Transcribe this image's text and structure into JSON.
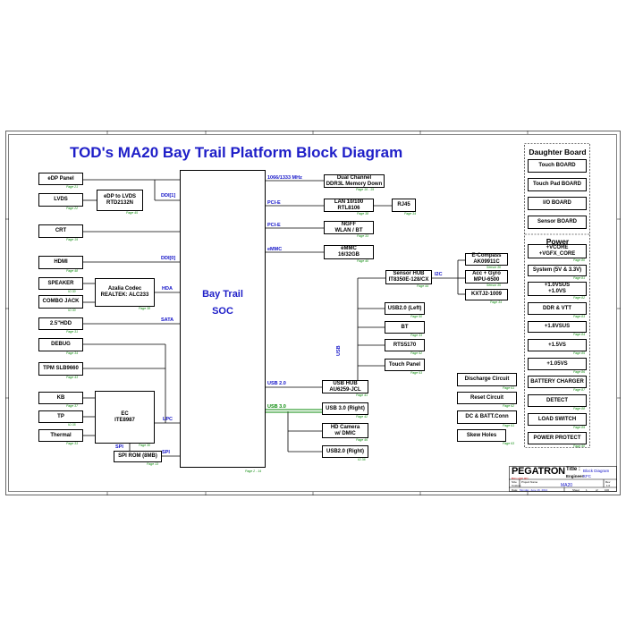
{
  "title": "TOD's MA20 Bay Trail Platform Block Diagram",
  "soc": {
    "line1": "Bay Trail",
    "line2": "SOC",
    "page": "Page 2 - 14"
  },
  "left_blocks": {
    "edp_panel": {
      "label": "eDP Panel",
      "page": "Page 21"
    },
    "lvds": {
      "label": "LVDS",
      "page": "Page 22"
    },
    "edp_to_lvds": {
      "line1": "eDP to LVDS",
      "line2": "RTD2132N",
      "page": "Page 45"
    },
    "crt": {
      "label": "CRT",
      "page": "Page 19"
    },
    "hdmi": {
      "label": "HDMI",
      "page": "Page 48"
    },
    "speaker": {
      "label": "SPEAKER",
      "page": "IO 30"
    },
    "combo_jack": {
      "label": "COMBO JACK",
      "page": "IO 30"
    },
    "codec": {
      "line1": "Azalia Codec",
      "line2": "REALTEK: ALC233",
      "page": "Page 38"
    },
    "hdd": {
      "label": "2.5\"HDD",
      "page": "Page 31"
    },
    "debug": {
      "label": "DEBUG",
      "page": "Page 34"
    },
    "tpm": {
      "label": "TPM SLB9660",
      "page": "Page 43"
    },
    "kb": {
      "label": "KB",
      "page": "Page 37"
    },
    "tp": {
      "label": "TP",
      "page": "IO 35"
    },
    "thermal": {
      "label": "Thermal",
      "page": "Page 33"
    },
    "ec": {
      "line1": "EC",
      "line2": "ITE8987",
      "page": "Page 30"
    },
    "spi_rom": {
      "label": "SPI ROM (8MB)",
      "page": "Page 13"
    }
  },
  "right_blocks": {
    "ddr": {
      "line1": "Dual Channel",
      "line2": "DDR3L Memory Down",
      "page": "Page 16 - 19"
    },
    "lan": {
      "line1": "LAN 10/100",
      "line2": "RTL8106",
      "page": "Page 38"
    },
    "rj45": {
      "label": "RJ45",
      "page": "Page 34"
    },
    "ngff": {
      "line1": "NGFF",
      "line2": "WLAN / BT",
      "page": "Page 33"
    },
    "emmc": {
      "line1": "eMMC",
      "line2": "16/32GB",
      "page": "Page 40"
    },
    "sensor_hub": {
      "line1": "Sensor HUB",
      "line2": "IT8350E-128/CX",
      "page": "Page 44"
    },
    "ecompass": {
      "line1": "E-Compass",
      "line2": "AK09911C",
      "page": "Sensor 36"
    },
    "accgyro": {
      "line1": "Acc + Gyro",
      "line2": "MPU-6500",
      "page": "Sensor 35"
    },
    "kxtj": {
      "label": "KXTJ2-1009",
      "page": "Page 34"
    },
    "usb_left": {
      "label": "USB2.0 (Left)",
      "page": "Page 50"
    },
    "bt": {
      "label": "BT",
      "page": "Page 33"
    },
    "rts": {
      "label": "RTS5170",
      "page": "Page 52"
    },
    "touch_panel": {
      "label": "Touch Panel",
      "page": "Page 53"
    },
    "usb_hub": {
      "line1": "USB HUB",
      "line2": "AU6259-JCL",
      "page": "Page 41"
    },
    "usb3_right": {
      "label": "USB 3.0 (Right)",
      "page": "Page 42"
    },
    "hd_camera": {
      "line1": "HD Camera",
      "line2": "w/ DMIC",
      "page": "Page 46"
    },
    "usb2_right": {
      "label": "USB2.0 (Right)",
      "page": "IO 36"
    }
  },
  "bus_labels": {
    "ddi1": "DDI[1]",
    "ddi0": "DDI[0]",
    "hda": "HDA",
    "sata": "SATA",
    "lpc": "LPC",
    "spi1": "SPI",
    "spi2": "SPI",
    "mem": "1066/1333 MHz",
    "pcie1": "PCI-E",
    "pcie2": "PCI-E",
    "emmc": "eMMC",
    "i2c": "I2C",
    "usb": "USB",
    "usb20": "USB 2.0",
    "usb30": "USB 3.0"
  },
  "circuits": {
    "discharge": {
      "label": "Discharge Circuit",
      "page": "Page 61"
    },
    "reset": {
      "label": "Reset Circuit",
      "page": "Page 62"
    },
    "dc_batt": {
      "label": "DC & BATT.Conn",
      "page": "Page 61"
    },
    "skew": {
      "label": "Skew Holes",
      "page": "Page 63"
    }
  },
  "daughter": {
    "title": "Daughter Board",
    "items": [
      {
        "label": "Touch BOARD"
      },
      {
        "label": "Touch Pad BOARD"
      },
      {
        "label": "I/O BOARD"
      },
      {
        "label": "Sensor BOARD"
      }
    ]
  },
  "power": {
    "title": "Power",
    "items": [
      {
        "line1": "+VCORE",
        "line2": "+VGFX_CORE",
        "page": "Page 80"
      },
      {
        "line1": "System (5V & 3.3V)",
        "line2": "",
        "page": "Page 81"
      },
      {
        "line1": "+1.0VSUS",
        "line2": "+1.0VS",
        "page": "Page 82"
      },
      {
        "line1": "DDR & VTT",
        "line2": "",
        "page": "Page 83"
      },
      {
        "line1": "+1.8VSUS",
        "line2": "",
        "page": "Page 84"
      },
      {
        "line1": "+1.5VS",
        "line2": "",
        "page": "Page 85"
      },
      {
        "line1": "+1.05VS",
        "line2": "",
        "page": "Page 86"
      },
      {
        "line1": "BATTERY CHARGER",
        "line2": "",
        "page": "Page 87"
      },
      {
        "line1": "DETECT",
        "line2": "",
        "page": "Page 88"
      },
      {
        "line1": "LOAD SWITCH",
        "line2": "",
        "page": "Page 89"
      },
      {
        "line1": "POWER PROTECT",
        "line2": "",
        "page": "Page 90"
      }
    ]
  },
  "title_block": {
    "company": "PEGATRON",
    "title_label": "Title :",
    "title_value": "Block Diagram",
    "engineer_label": "Engineer:",
    "engineer_value": "KFC",
    "size_label": "Size",
    "size_value": "Custom",
    "project_label": "Project Name",
    "project_value": "MA20",
    "rev_label": "Rev",
    "rev_value": "1.0",
    "date_label": "Date:",
    "date_value": "Monday, June 16, 2014",
    "sheet_label": "Sheet",
    "sheet_value": "1",
    "of_label": "of",
    "of_value": "100",
    "dept": "BU1 LINK RD"
  },
  "colors": {
    "title": "#1e1ec8",
    "bus": "#1414c8",
    "page": "#0a8a0a",
    "usb3": "#0a8a0a",
    "line": "#000000"
  }
}
